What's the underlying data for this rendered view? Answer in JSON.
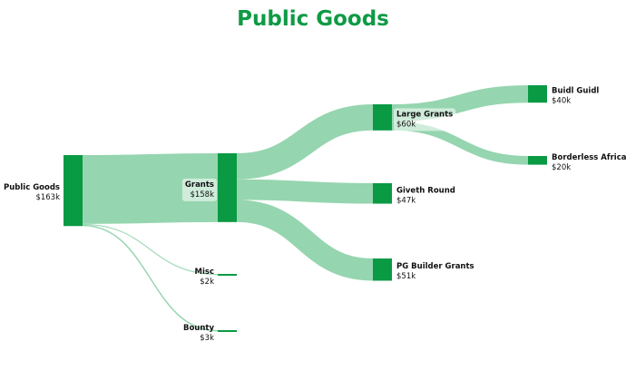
{
  "title": "Public Goods",
  "colors": {
    "node": "#0a9a44",
    "link": "#8fd3ab",
    "title": "#0f9a45",
    "label_bg": "#ffffff"
  },
  "nodes": [
    {
      "id": "public-goods",
      "name": "Public Goods",
      "value": "$163k"
    },
    {
      "id": "grants",
      "name": "Grants",
      "value": "$158k"
    },
    {
      "id": "misc",
      "name": "Misc",
      "value": "$2k"
    },
    {
      "id": "bounty",
      "name": "Bounty",
      "value": "$3k"
    },
    {
      "id": "large-grants",
      "name": "Large Grants",
      "value": "$60k"
    },
    {
      "id": "giveth-round",
      "name": "Giveth Round",
      "value": "$47k"
    },
    {
      "id": "pg-builder-grants",
      "name": "PG Builder Grants",
      "value": "$51k"
    },
    {
      "id": "buidl-guidl",
      "name": "Buidl Guidl",
      "value": "$40k"
    },
    {
      "id": "borderless-africa",
      "name": "Borderless Africa",
      "value": "$20k"
    }
  ],
  "links": [
    {
      "source": "Public Goods",
      "target": "Grants",
      "value": 158
    },
    {
      "source": "Public Goods",
      "target": "Misc",
      "value": 2
    },
    {
      "source": "Public Goods",
      "target": "Bounty",
      "value": 3
    },
    {
      "source": "Grants",
      "target": "Large Grants",
      "value": 60
    },
    {
      "source": "Grants",
      "target": "Giveth Round",
      "value": 47
    },
    {
      "source": "Grants",
      "target": "PG Builder Grants",
      "value": 51
    },
    {
      "source": "Large Grants",
      "target": "Buidl Guidl",
      "value": 40
    },
    {
      "source": "Large Grants",
      "target": "Borderless Africa",
      "value": 20
    }
  ]
}
